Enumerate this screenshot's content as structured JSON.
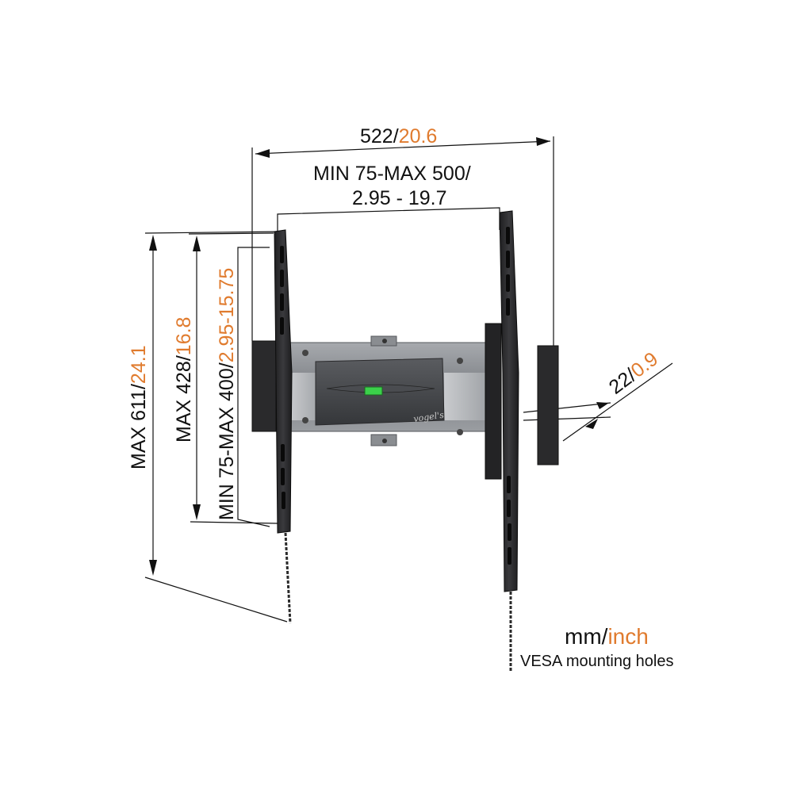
{
  "dimensions": {
    "overall_width": {
      "mm": "522",
      "inch": "20.6"
    },
    "vesa_width": {
      "line1": "MIN 75-MAX 500/",
      "line2": "2.95 - 19.7"
    },
    "max_height_total": {
      "mm": "MAX 611",
      "inch": "24.1"
    },
    "max_height_rail": {
      "mm": "MAX 428",
      "inch": "16.8"
    },
    "vesa_height": {
      "mm": "MIN 75-MAX 400",
      "inch": "2.95-15.75"
    },
    "depth": {
      "mm": "22",
      "inch": "0.9"
    }
  },
  "legend": {
    "unit_mm": "mm",
    "unit_inch": "inch",
    "caption": "VESA mounting holes"
  },
  "product": {
    "brand": "vogel's"
  },
  "colors": {
    "accent": "#e07b2e",
    "text": "#111111",
    "bracket": "#2e2e30",
    "plate": "#8d9095"
  }
}
